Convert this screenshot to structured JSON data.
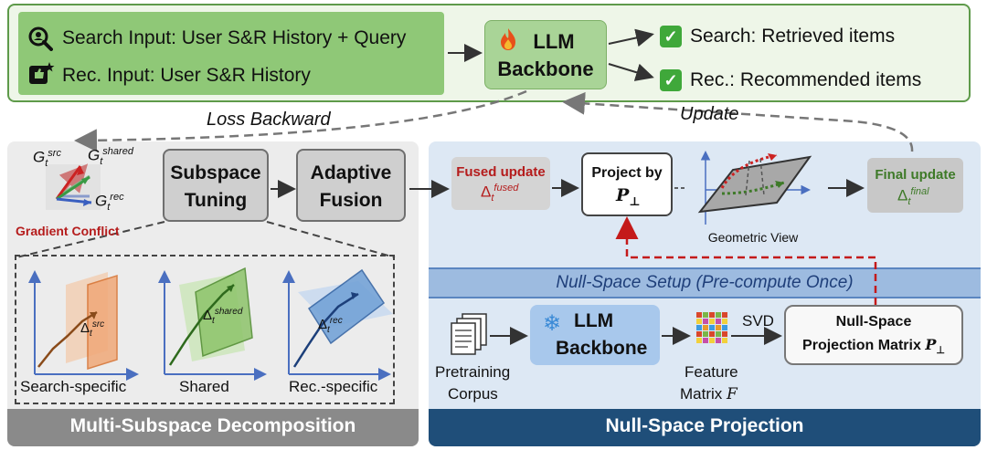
{
  "top": {
    "search_input": "Search Input: User S&R History + Query",
    "rec_input": "Rec. Input: User S&R History",
    "llm_line1": "LLM",
    "llm_line2": "Backbone",
    "search_output": "Search: Retrieved items",
    "rec_output": "Rec.: Recommended items"
  },
  "flow": {
    "loss_backward": "Loss Backward",
    "update": "Update"
  },
  "left": {
    "g_src": "src",
    "g_shared": "shared",
    "g_rec": "rec",
    "gradient_conflict": "Gradient Conflict",
    "subspace_tuning_1": "Subspace",
    "subspace_tuning_2": "Tuning",
    "adaptive_fusion_1": "Adaptive",
    "adaptive_fusion_2": "Fusion",
    "sub_search": "Search-specific",
    "sub_shared": "Shared",
    "sub_rec": "Rec.-specific",
    "footer": "Multi-Subspace Decomposition"
  },
  "right": {
    "fused_update": "Fused update",
    "fused_sup": "fused",
    "project_by": "Project by",
    "geometric_view": "Geometric View",
    "final_update": "Final update",
    "final_sup": "final",
    "setup": "Null-Space Setup (Pre-compute Once)",
    "llm_line1": "LLM",
    "llm_line2": "Backbone",
    "pretraining_1": "Pretraining",
    "pretraining_2": "Corpus",
    "feature_1": "Feature",
    "feature_2": "Matrix",
    "feature_var": "F",
    "svd": "SVD",
    "nullspace_1": "Null-Space",
    "nullspace_2": "Projection Matrix",
    "footer": "Null-Space Projection"
  },
  "colors": {
    "green_panel": "#eef6e8",
    "green_input": "#8fc877",
    "red_label": "#b51c1c",
    "final_green": "#3e7a28",
    "navy_footer": "#1f4e79"
  }
}
